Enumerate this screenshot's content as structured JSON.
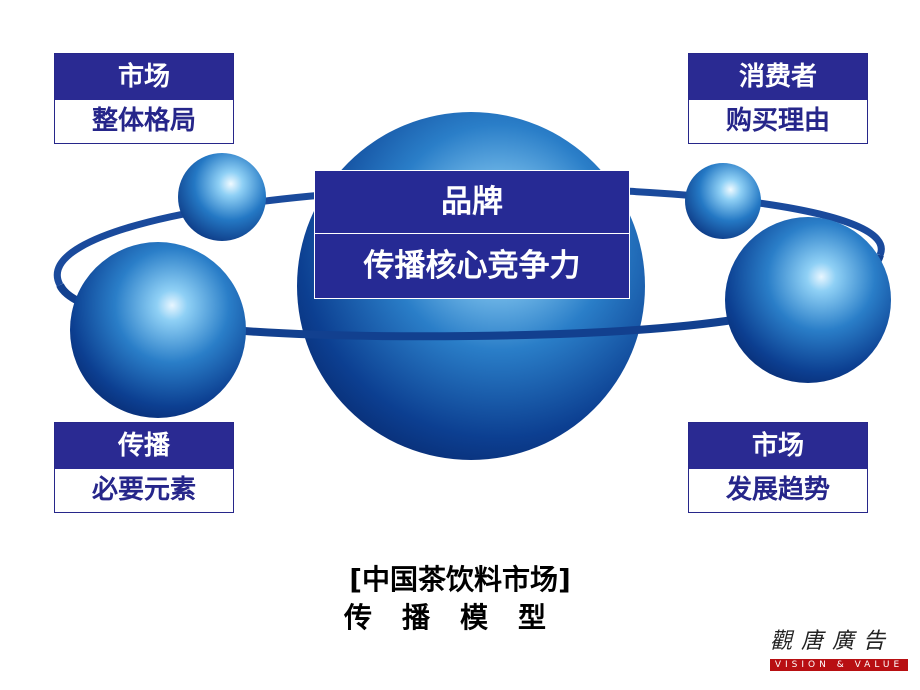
{
  "center": {
    "title": "品牌",
    "subtitle": "传播核心竞争力"
  },
  "boxes": {
    "top_left": {
      "title": "市场",
      "subtitle": "整体格局"
    },
    "top_right": {
      "title": "消费者",
      "subtitle": "购买理由"
    },
    "bottom_left": {
      "title": "传播",
      "subtitle": "必要元素"
    },
    "bottom_right": {
      "title": "市场",
      "subtitle": "发展趋势"
    }
  },
  "caption": {
    "line1": "[中国茶饮料市场]",
    "line2": "传播模型"
  },
  "logo": {
    "chars": "觀唐廣告",
    "sub": "VISION & VALUE"
  },
  "colors": {
    "box_blue": "#2a2a92",
    "sphere_dark": "#0a3d8f",
    "sphere_light": "#7fc3ee",
    "logo_red": "#b80f12"
  }
}
